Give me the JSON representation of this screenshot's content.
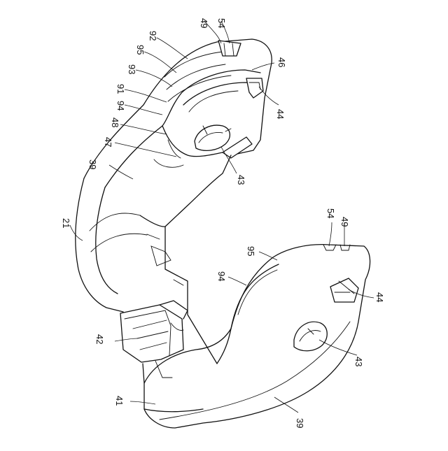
{
  "figure": {
    "reference_numerals": [
      {
        "id": "n49a",
        "text": "49"
      },
      {
        "id": "n54a",
        "text": "54"
      },
      {
        "id": "n92",
        "text": "92"
      },
      {
        "id": "n95a",
        "text": "95"
      },
      {
        "id": "n46",
        "text": "46"
      },
      {
        "id": "n93",
        "text": "93"
      },
      {
        "id": "n91",
        "text": "91"
      },
      {
        "id": "n94a",
        "text": "94"
      },
      {
        "id": "n44a",
        "text": "44"
      },
      {
        "id": "n48",
        "text": "48"
      },
      {
        "id": "n47",
        "text": "47"
      },
      {
        "id": "n39a",
        "text": "39"
      },
      {
        "id": "n43a",
        "text": "43"
      },
      {
        "id": "n21",
        "text": "21"
      },
      {
        "id": "n54b",
        "text": "54"
      },
      {
        "id": "n49b",
        "text": "49"
      },
      {
        "id": "n95b",
        "text": "95"
      },
      {
        "id": "n94b",
        "text": "94"
      },
      {
        "id": "n44b",
        "text": "44"
      },
      {
        "id": "n42",
        "text": "42"
      },
      {
        "id": "n43b",
        "text": "43"
      },
      {
        "id": "n41",
        "text": "41"
      },
      {
        "id": "n39b",
        "text": "39"
      }
    ]
  }
}
